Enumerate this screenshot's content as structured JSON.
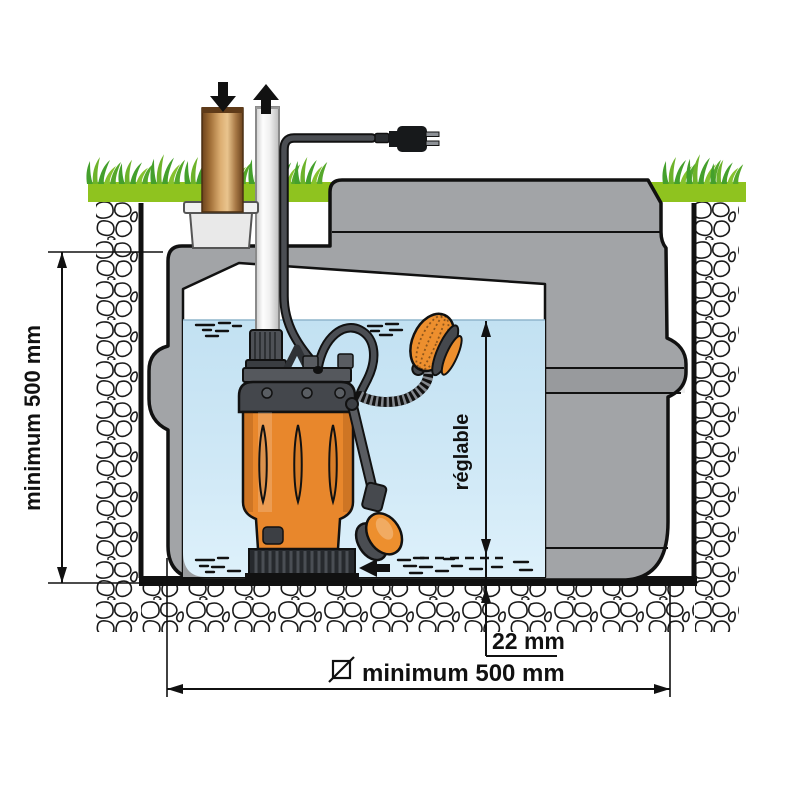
{
  "diagram": {
    "type": "pump-installation-cross-section",
    "dimensions": {
      "pit_depth": {
        "label": "minimum 500 mm"
      },
      "float_range": {
        "label": "réglable"
      },
      "residual_water": {
        "label": "22 mm"
      },
      "pit_diameter": {
        "label": "minimum 500 mm",
        "symbol": "diameter"
      }
    },
    "icons": {
      "inlet_arrow": "arrow-down",
      "outlet_arrow": "arrow-up",
      "power_plug": "euro-plug",
      "flow_arrow": "arrow-left"
    },
    "colors": {
      "grass": "#8fc31f",
      "tank": "#a2a4a7",
      "water_top": "#c2e1f2",
      "water_bottom": "#def1fb",
      "pump_orange": "#e8872c",
      "float_orange": "#ed8f2e",
      "copper": "#dcae72",
      "outline": "#111111"
    }
  }
}
